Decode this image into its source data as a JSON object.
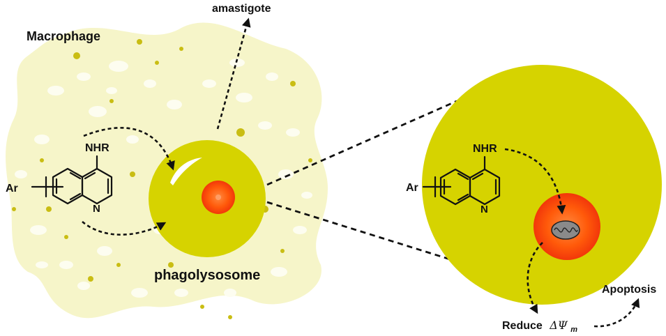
{
  "labels": {
    "macrophage": "Macrophage",
    "amastigote": "amastigote",
    "phagolysosome": "phagolysosome",
    "apoptosis": "Apoptosis",
    "reduce": "Reduce",
    "delta_psi": "ΔΨ",
    "delta_psi_sub": "m"
  },
  "molecule": {
    "substituent": "NHR",
    "ring_atom": "N",
    "aryl": "Ar"
  },
  "colors": {
    "macrophage_fill": "#f6f5c9",
    "macrophage_spot": "#fdfdf0",
    "granule": "#c9bd13",
    "phagolysosome": "#d6d300",
    "parasite": "#ff5a0a",
    "parasite_core": "#f2370a",
    "mitochondrion": "#8a8a8a"
  }
}
